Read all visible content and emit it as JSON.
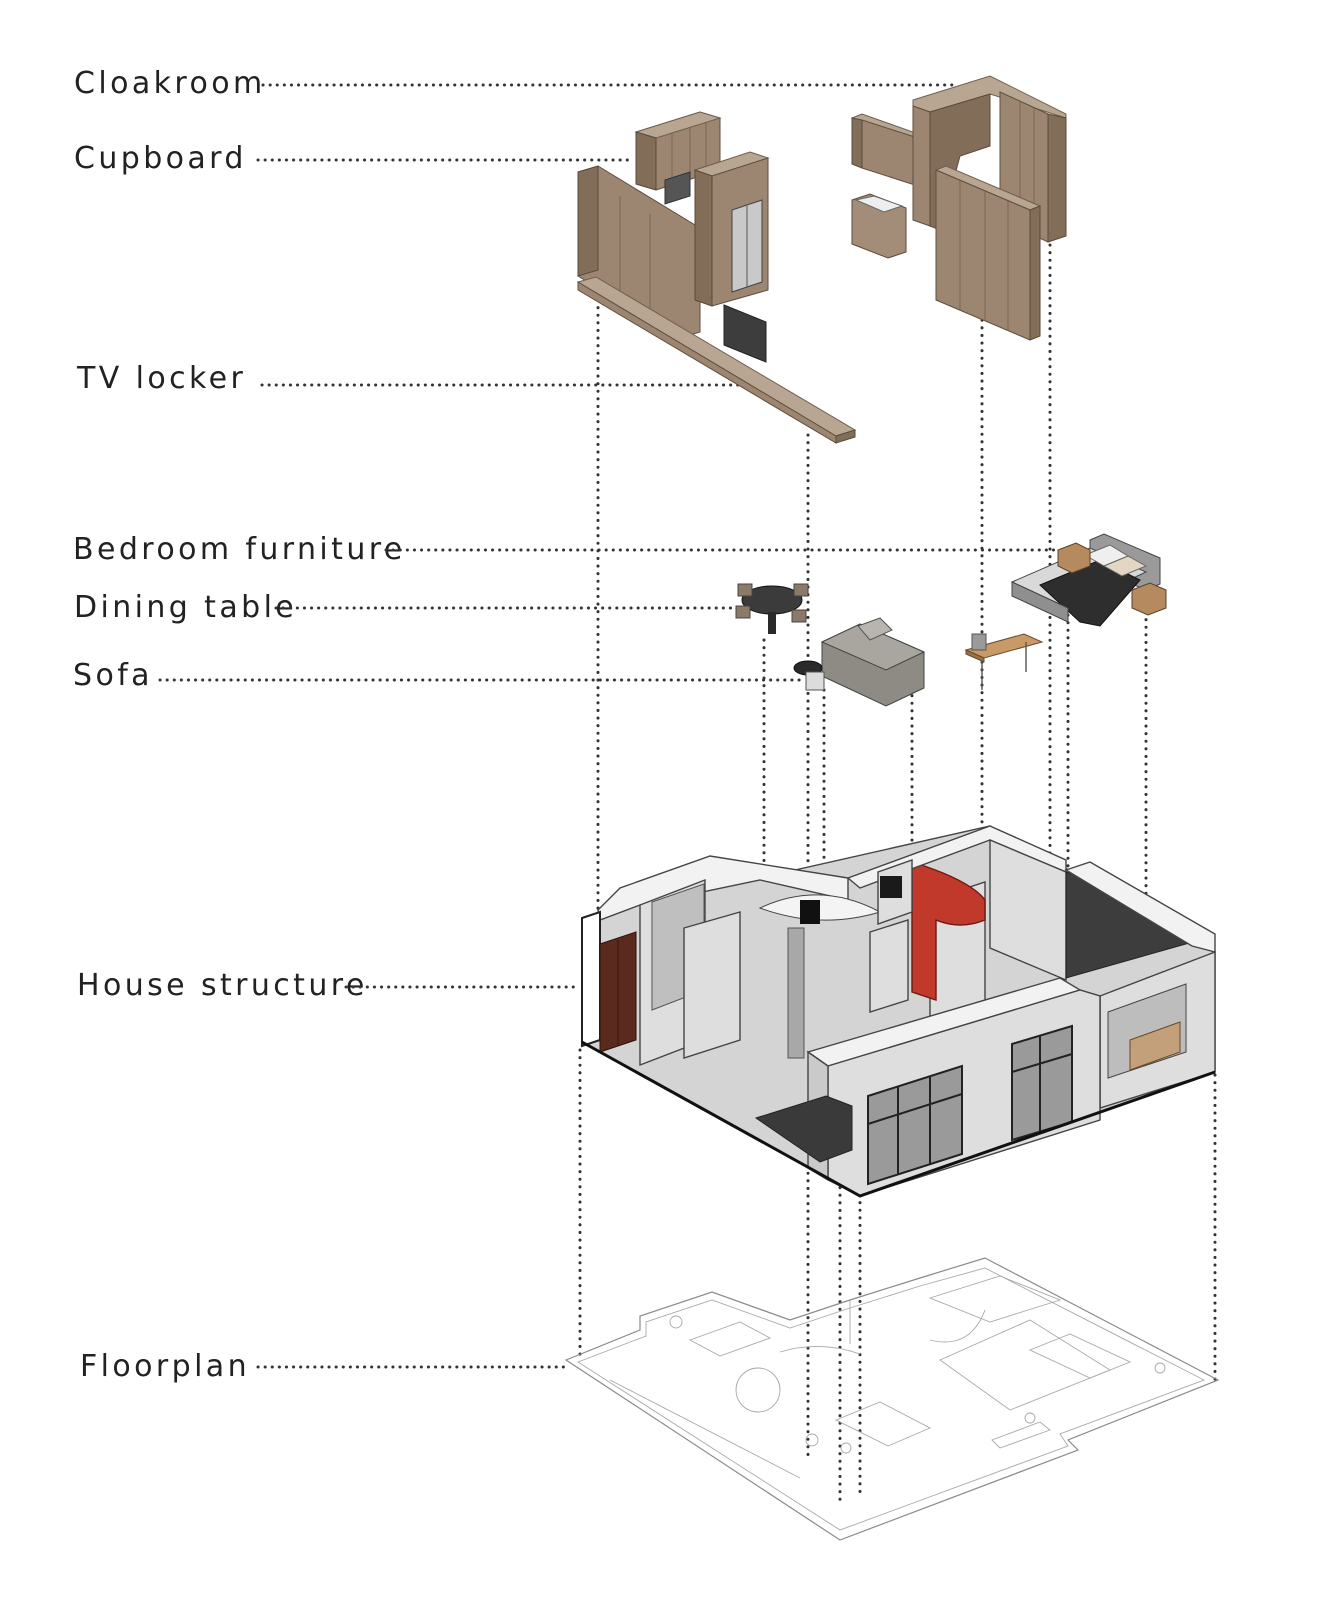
{
  "labels": {
    "cloakroom": "Cloakroom",
    "cupboard": "Cupboard",
    "tv_locker": "TV locker",
    "bedroom_furniture": "Bedroom furniture",
    "dining_table": "Dining table",
    "sofa": "Sofa",
    "house_structure": "House structure",
    "floorplan": "Floorplan"
  },
  "colors": {
    "wood": "#b9a692",
    "accent_red": "#c0392b",
    "wall": "#dedede",
    "leader": "#333333"
  }
}
